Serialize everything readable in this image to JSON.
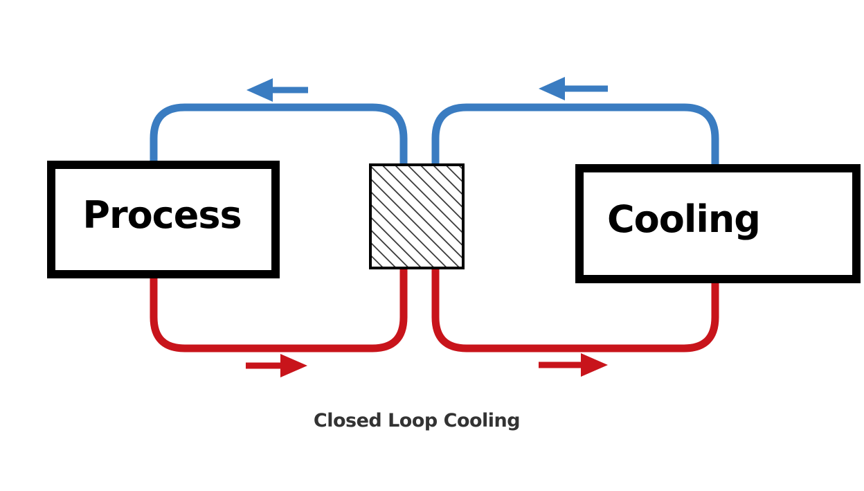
{
  "diagram": {
    "process_label": "Process",
    "cooling_label": "Cooling",
    "caption": "Closed Loop Cooling"
  },
  "colors": {
    "cold_line": "#3a7cc1",
    "hot_line": "#c8141b",
    "box_border": "#000000",
    "hatch": "#333333"
  },
  "icons": [
    "arrow-left-icon",
    "arrow-right-icon",
    "heat-exchanger-hatched"
  ]
}
